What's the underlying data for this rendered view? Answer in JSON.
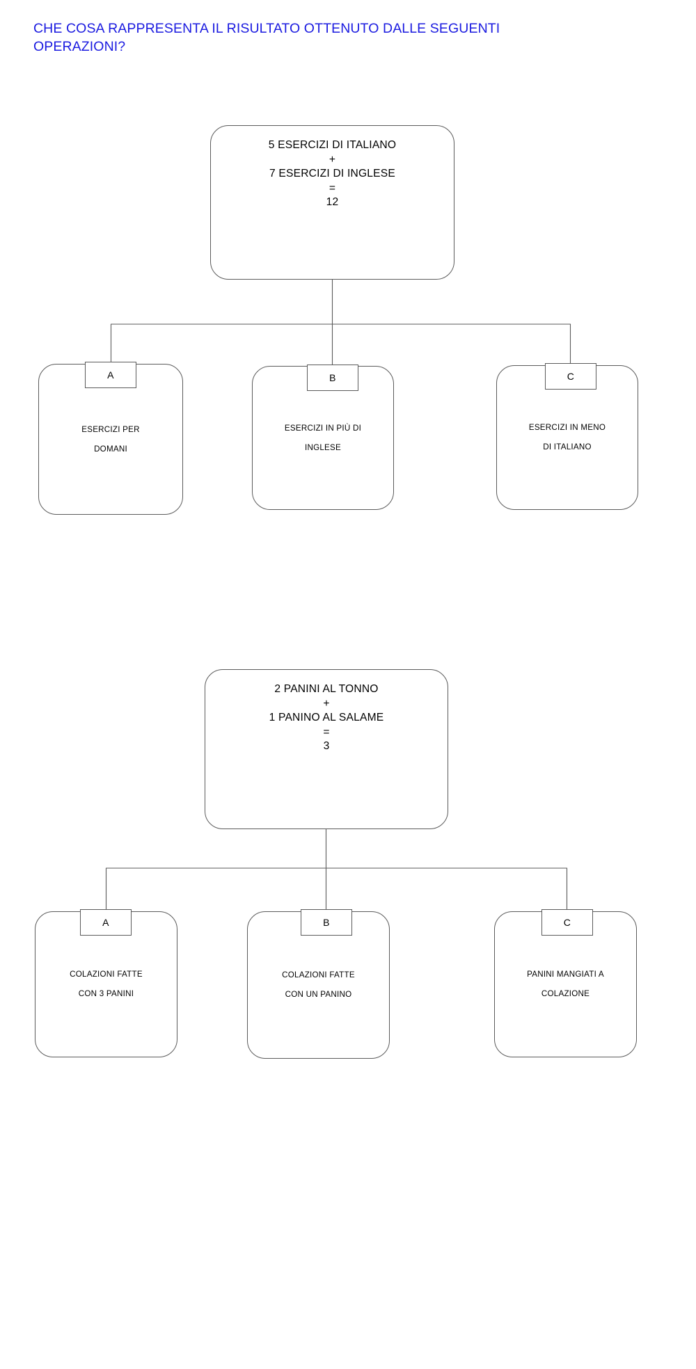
{
  "title": {
    "line1": "CHE COSA RAPPRESENTA IL RISULTATO OTTENUTO DALLE SEGUENTI",
    "line2": "OPERAZIONI?",
    "color": "#1a1ae0"
  },
  "colors": {
    "title": "#1a1ae0",
    "stroke": "#5a5a5a",
    "text": "#000000",
    "background": "#ffffff"
  },
  "diagrams": [
    {
      "id": "diagram-esercizi",
      "operation": {
        "line1": "5 ESERCIZI DI ITALIANO",
        "line2": "+",
        "line3": "7 ESERCIZI DI INGLESE",
        "line4": "=",
        "line5": "12"
      },
      "answers": [
        {
          "letter": "A",
          "line1": "ESERCIZI PER",
          "line2": "DOMANI"
        },
        {
          "letter": "B",
          "line1": "ESERCIZI IN PIÙ DI",
          "line2": "INGLESE"
        },
        {
          "letter": "C",
          "line1": "ESERCIZI IN MENO",
          "line2": "DI ITALIANO"
        }
      ]
    },
    {
      "id": "diagram-panini",
      "operation": {
        "line1": "2 PANINI AL TONNO",
        "line2": "+",
        "line3": "1 PANINO AL SALAME",
        "line4": "=",
        "line5": "3"
      },
      "answers": [
        {
          "letter": "A",
          "line1": "COLAZIONI FATTE",
          "line2": "CON 3 PANINI"
        },
        {
          "letter": "B",
          "line1": "COLAZIONI FATTE",
          "line2": "CON UN PANINO"
        },
        {
          "letter": "C",
          "line1": "PANINI MANGIATI A",
          "line2": "COLAZIONE"
        }
      ]
    }
  ]
}
